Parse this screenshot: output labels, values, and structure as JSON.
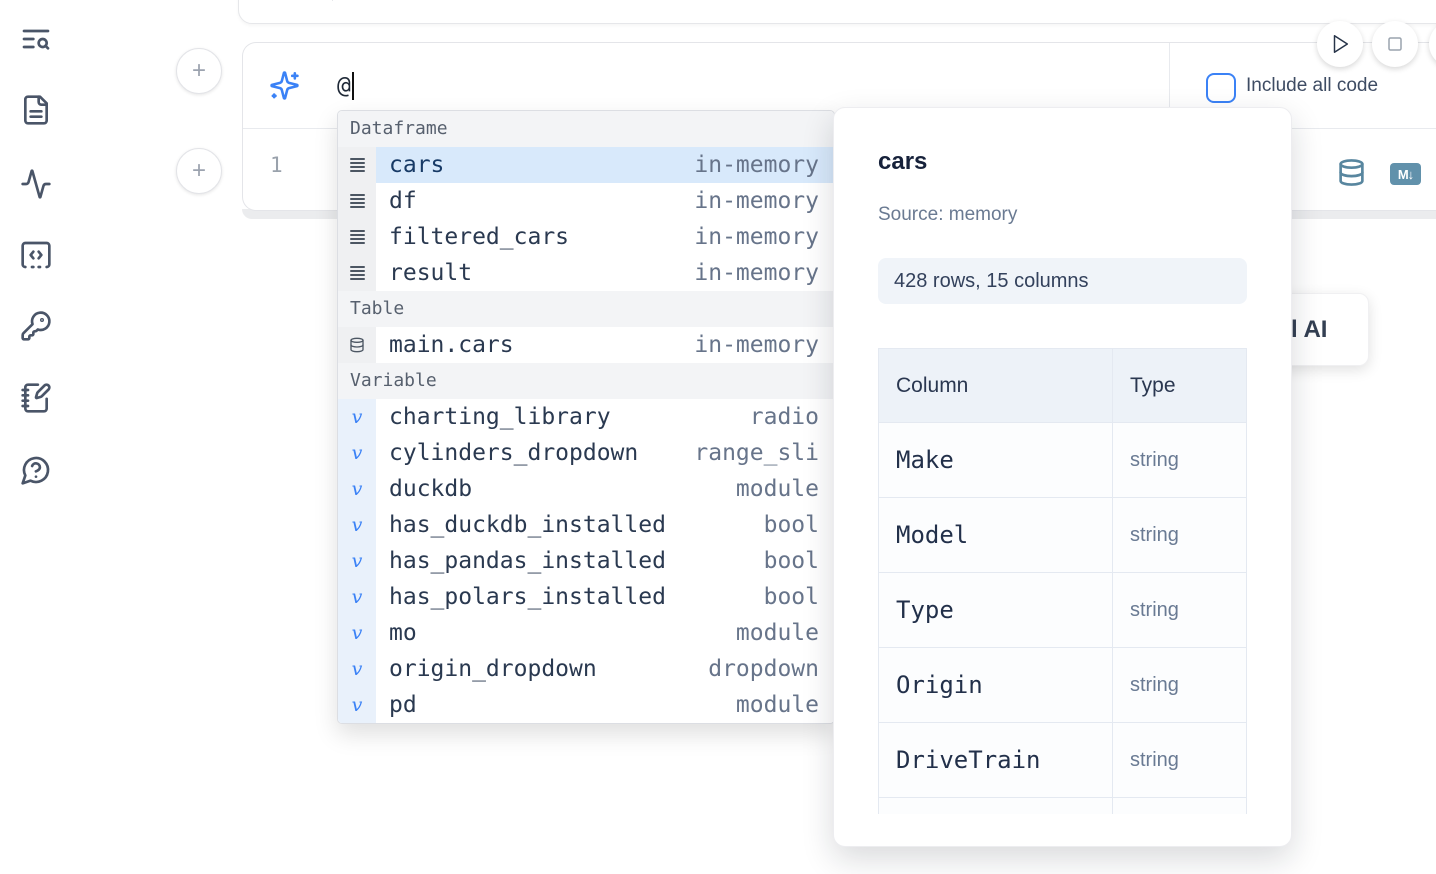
{
  "sidebar": {
    "icons": [
      {
        "name": "text-search-icon"
      },
      {
        "name": "file-document-icon"
      },
      {
        "name": "activity-icon"
      },
      {
        "name": "code-scratchpad-icon"
      },
      {
        "name": "key-icon"
      },
      {
        "name": "notebook-pen-icon"
      },
      {
        "name": "help-chat-icon"
      }
    ]
  },
  "run_controls": {
    "play_icon": "play-icon",
    "stop_icon": "stop-icon"
  },
  "ai_cell": {
    "sparkle_icon": "sparkles-icon",
    "prompt_value": "@",
    "include_all_code_label": "Include all code",
    "include_all_code_checked": false
  },
  "code_cell": {
    "line_number": "1",
    "database_icon": "database-icon",
    "markdown_badge": "M↓"
  },
  "autocomplete": {
    "sections": [
      {
        "label": "Dataframe",
        "items": [
          {
            "icon": "rows",
            "name": "cars",
            "type": "in-memory",
            "selected": true
          },
          {
            "icon": "rows",
            "name": "df",
            "type": "in-memory",
            "selected": false
          },
          {
            "icon": "rows",
            "name": "filtered_cars",
            "type": "in-memory",
            "selected": false
          },
          {
            "icon": "rows",
            "name": "result",
            "type": "in-memory",
            "selected": false
          }
        ]
      },
      {
        "label": "Table",
        "items": [
          {
            "icon": "database",
            "name": "main.cars",
            "type": "in-memory",
            "selected": false
          }
        ]
      },
      {
        "label": "Variable",
        "items": [
          {
            "icon": "variable",
            "name": "charting_library",
            "type": "radio",
            "selected": false
          },
          {
            "icon": "variable",
            "name": "cylinders_dropdown",
            "type": "range_sli",
            "selected": false
          },
          {
            "icon": "variable",
            "name": "duckdb",
            "type": "module",
            "selected": false
          },
          {
            "icon": "variable",
            "name": "has_duckdb_installed",
            "type": "bool",
            "selected": false
          },
          {
            "icon": "variable",
            "name": "has_pandas_installed",
            "type": "bool",
            "selected": false
          },
          {
            "icon": "variable",
            "name": "has_polars_installed",
            "type": "bool",
            "selected": false
          },
          {
            "icon": "variable",
            "name": "mo",
            "type": "module",
            "selected": false
          },
          {
            "icon": "variable",
            "name": "origin_dropdown",
            "type": "dropdown",
            "selected": false
          },
          {
            "icon": "variable",
            "name": "pd",
            "type": "module",
            "selected": false
          }
        ]
      }
    ]
  },
  "preview_panel": {
    "title": "cars",
    "source_label": "Source: memory",
    "shape_label": "428 rows, 15 columns",
    "table": {
      "headers": [
        "Column",
        "Type"
      ],
      "rows": [
        [
          "Make",
          "string"
        ],
        [
          "Model",
          "string"
        ],
        [
          "Type",
          "string"
        ],
        [
          "Origin",
          "string"
        ],
        [
          "DriveTrain",
          "string"
        ]
      ]
    }
  },
  "ai_card": {
    "visible_label": "l AI"
  },
  "colors": {
    "accent_blue": "#3b82f6",
    "selection_blue": "#d8e9fb",
    "steel_blue": "#6191ab",
    "slate_icon": "#4a5568"
  }
}
